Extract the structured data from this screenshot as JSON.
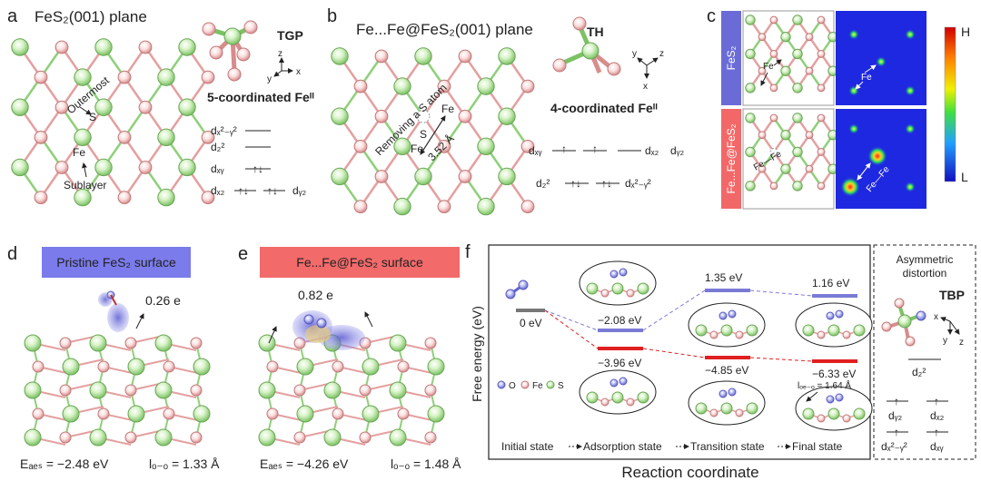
{
  "panels": {
    "a": {
      "letter": "a",
      "title": "FeS₂(001) plane",
      "outermost_label": "Outermost",
      "s_atom": "S",
      "fe_atom": "Fe",
      "sublayer_label": "Sublayer",
      "geometry": "TGP",
      "axes": [
        "z",
        "y",
        "x"
      ],
      "coordination": "5-coordinated Feᴵᴵ",
      "orbitals": [
        "dₓ²₋ᵧ²",
        "d₂²",
        "dₓᵧ",
        "dₓ₂",
        "dᵧ₂"
      ]
    },
    "b": {
      "letter": "b",
      "title": "Fe...Fe@FeS₂(001) plane",
      "removing_label": "Removing a S atom",
      "distance_label": "3.52 Å",
      "s_atom": "S",
      "fe_atom": "Fe",
      "geometry": "TH",
      "axes": [
        "y",
        "z",
        "x"
      ],
      "coordination": "4-coordinated  Feᴵᴵ",
      "orbitals": [
        "dₓᵧ",
        "dₓ₂",
        "dᵧ₂",
        "d₂²",
        "dₓ²₋ᵧ²"
      ]
    },
    "c": {
      "letter": "c",
      "row_top_label": "FeS₂",
      "row_bottom_label": "Fe...Fe@FeS₂",
      "fe_label": "Fe",
      "fefe_label": "Fe—Fe",
      "colorbar_high": "H",
      "colorbar_low": "L",
      "colors": {
        "top_tag": "#6b6bd8",
        "bottom_tag": "#f26868",
        "map_bg": "#1e28e0"
      }
    },
    "d": {
      "letter": "d",
      "banner": "Pristine FeS₂ surface",
      "charge": "0.26 e",
      "eads": "Eₐₑₛ = −2.48 eV",
      "loo": "lₒ₋ₒ = 1.33 Å",
      "banner_color": "#7b7bec"
    },
    "e": {
      "letter": "e",
      "banner": "Fe...Fe@FeS₂ surface",
      "charge": "0.82 e",
      "eads": "Eₐₑₛ = −4.26 eV",
      "loo": "lₒ₋ₒ = 1.48 Å",
      "banner_color": "#f26a6a"
    },
    "f": {
      "letter": "f",
      "ylabel": "Free energy (eV)",
      "xlabel": "Reaction coordinate",
      "stages": [
        "Initial state",
        "Adsorption state",
        "Transition state",
        "Final state"
      ],
      "levels": {
        "initial": "0 eV",
        "blue": [
          "−2.08 eV",
          "1.35 eV",
          "1.16 eV"
        ],
        "red": [
          "−3.96 eV",
          "−4.85 eV",
          "−6.33 eV"
        ]
      },
      "legend": [
        "O",
        "Fe",
        "S"
      ],
      "final_bond": "lₒₑ₋ₒ = 1.64 Å",
      "colors": {
        "blue": "#7a7ad6",
        "red": "#e02020",
        "gray": "#777777"
      }
    },
    "side": {
      "title_line1": "Asymmetric",
      "title_line2": "distortion",
      "geometry": "TBP",
      "axes": [
        "x",
        "y",
        "z"
      ],
      "orbitals": [
        "d₂²",
        "dᵧ₂",
        "dₓ₂",
        "dₓ²₋ᵧ²",
        "dₓᵧ"
      ]
    }
  }
}
